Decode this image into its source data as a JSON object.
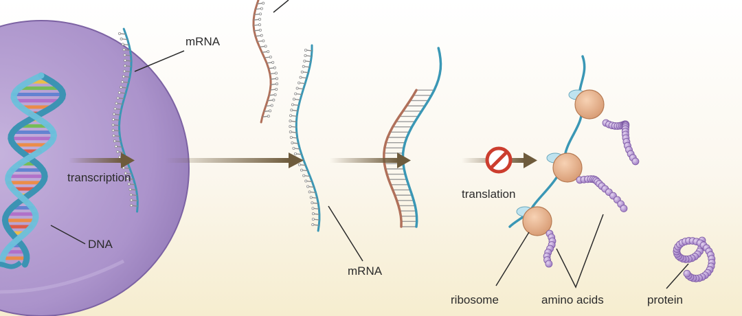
{
  "labels": {
    "mrna_top": "mRNA",
    "transcription": "transcription",
    "dna": "DNA",
    "mrna_bottom": "mRNA",
    "translation": "translation",
    "ribosome": "ribosome",
    "amino_acids": "amino acids",
    "protein": "protein"
  },
  "colors": {
    "nucleus": "#a58bc6",
    "dna_strand": "#4aa7c4",
    "mrna_backbone": "#3a97b5",
    "rna_antisense": "#b0705a",
    "arrow": "#6e5b3c",
    "ribosome": "#e8b48e",
    "amino_acid": "#b89ad6",
    "prohibit": "#cc3d2e"
  }
}
